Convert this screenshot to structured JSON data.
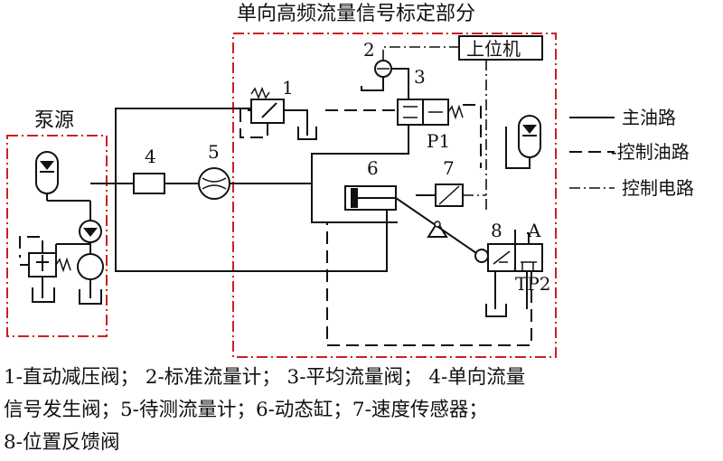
{
  "labels": {
    "calibration_section": "单向高频流量信号标定部分",
    "pump_source": "泵源",
    "host_computer": "上位机",
    "n1": "1",
    "n2": "2",
    "n3": "3",
    "n4": "4",
    "n5": "5",
    "n6": "6",
    "n7": "7",
    "n8": "8",
    "port_p1": "P1",
    "port_a": "A",
    "port_tp2": "TP2"
  },
  "legend": {
    "main_oil": "主油路",
    "control_oil": "-控制油路",
    "control_circuit": "控制电路"
  },
  "caption": {
    "line1": "1-直动减压阀； 2-标准流量计； 3-平均流量阀； 4-单向流量",
    "line2": "信号发生阀；5-待测流量计；6-动态缸；7-速度传感器；",
    "line3": "8-位置反馈阀"
  }
}
